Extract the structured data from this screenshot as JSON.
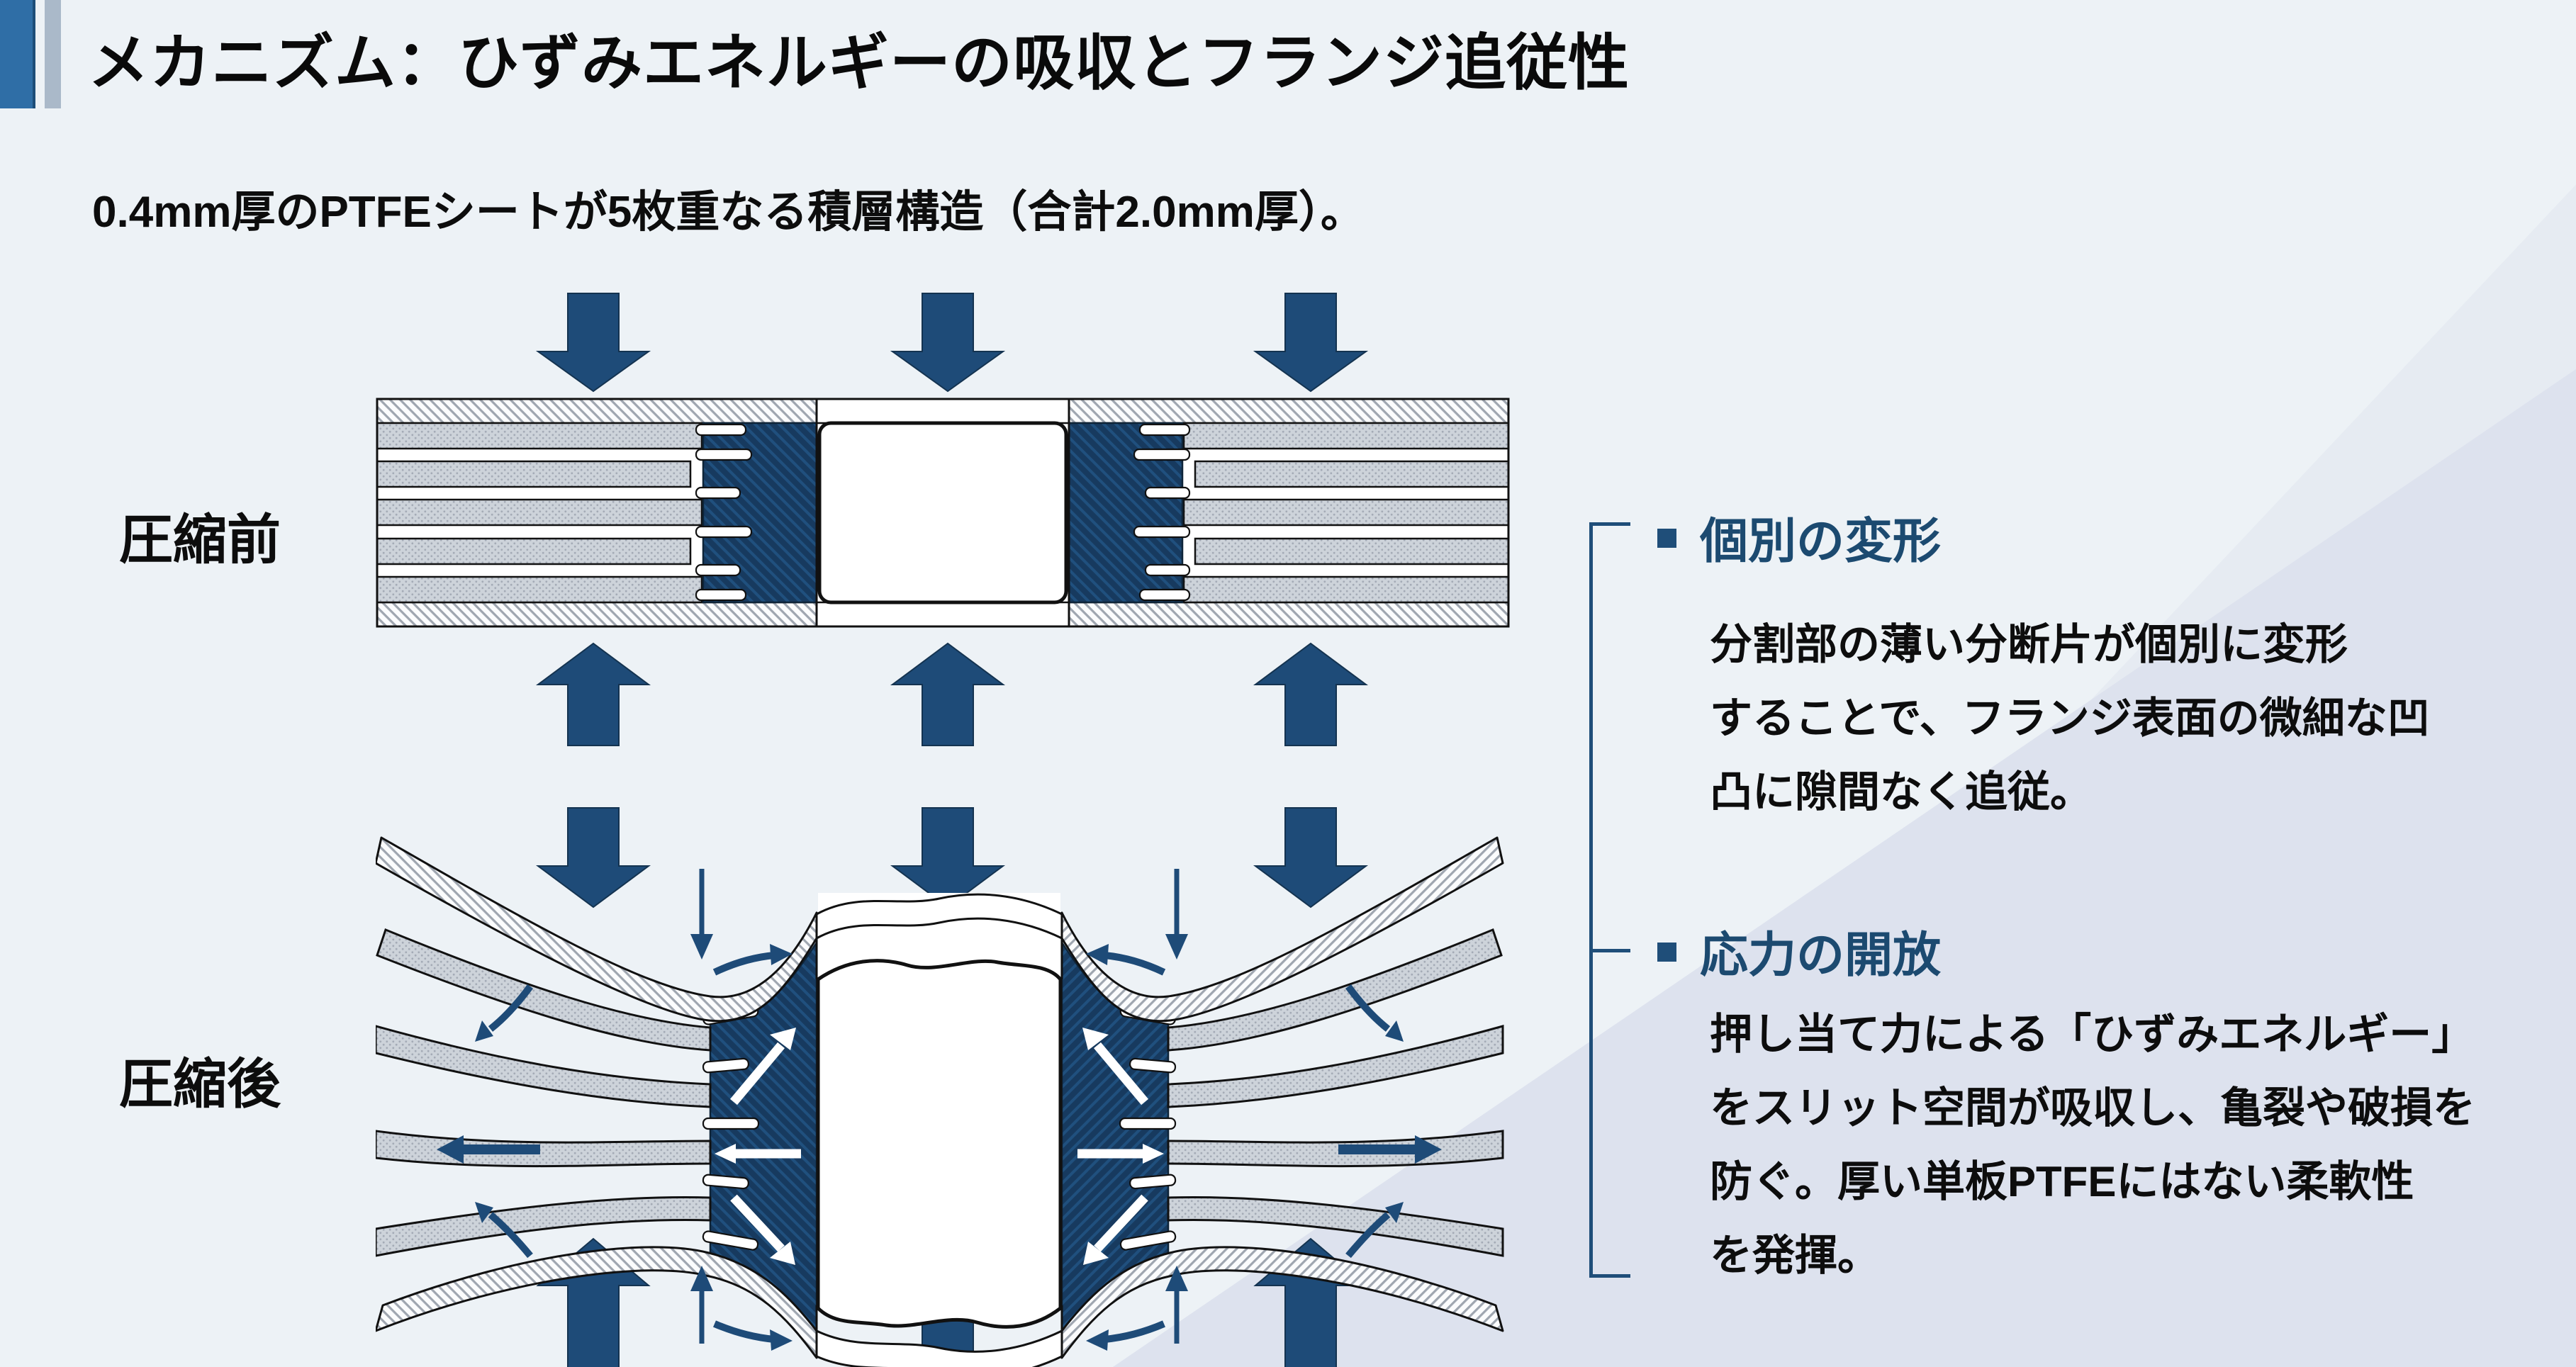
{
  "slide": {
    "title": "メカニズム：ひずみエネルギーの吸収とフランジ追従性",
    "subtitle": "0.4mm厚のPTFEシートが5枚重なる積層構造（合計2.0mm厚）。"
  },
  "figure": {
    "before_label": "圧縮前",
    "after_label": "圧縮後"
  },
  "annotations": [
    {
      "heading": "個別の変形",
      "body_lines": [
        "分割部の薄い分断片が個別に変形",
        "することで、フランジ表面の微細な凹",
        "凸に隙間なく追従。"
      ]
    },
    {
      "heading": "応力の開放",
      "body_lines": [
        "押し当て力による「ひずみエネルギー」",
        "をスリット空間が吸収し、亀裂や破損を",
        "防ぐ。厚い単板PTFEにはない柔軟性",
        "を発揮。"
      ]
    }
  ],
  "colors": {
    "arrow_navy": "#1e4b78",
    "heading_navy": "#1c4a70",
    "title_bar_blue": "#2f6ea6",
    "side_bar_gray": "#aab9c9",
    "background": "#edf2f6",
    "background_wedge": "#dde2ee",
    "body_text": "#0d0d0d"
  }
}
